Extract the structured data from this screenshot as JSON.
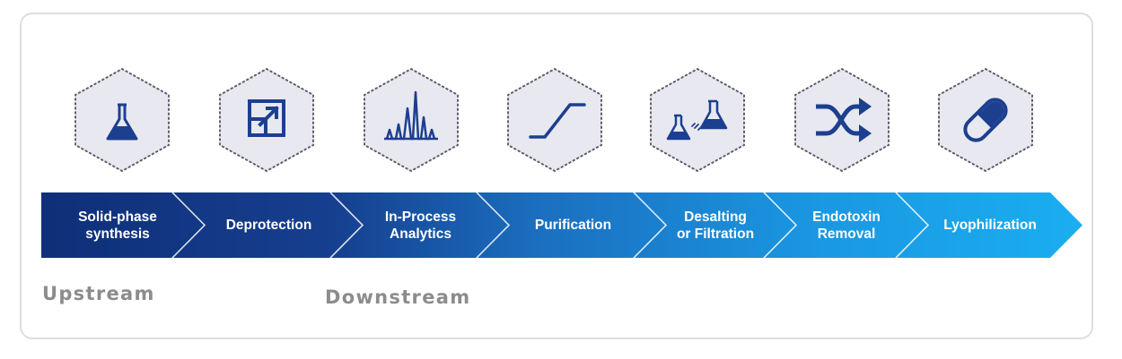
{
  "steps": [
    {
      "label": "Solid-phase\nsynthesis",
      "icon": "flask-icon"
    },
    {
      "label": "Deprotection",
      "icon": "expand-arrow-icon"
    },
    {
      "label": "In-Process\nAnalytics",
      "icon": "chromatogram-peaks-icon"
    },
    {
      "label": "Purification",
      "icon": "step-curve-icon"
    },
    {
      "label": "Desalting\nor Filtration",
      "icon": "two-flasks-transfer-icon"
    },
    {
      "label": "Endotoxin\nRemoval",
      "icon": "shuffle-icon"
    },
    {
      "label": "Lyophilization",
      "icon": "capsule-icon"
    }
  ],
  "stages": {
    "upstream": "Upstream",
    "downstream": "Downstream"
  },
  "colors": {
    "hex_fill": "#e8e8f0",
    "hex_dots": "#5f5f6a",
    "icon": "#1c3f8f",
    "gradient_start": "#0f2f78",
    "gradient_end": "#1aaef0",
    "stage_text": "#8c8c8c",
    "card_border": "#dedede"
  }
}
